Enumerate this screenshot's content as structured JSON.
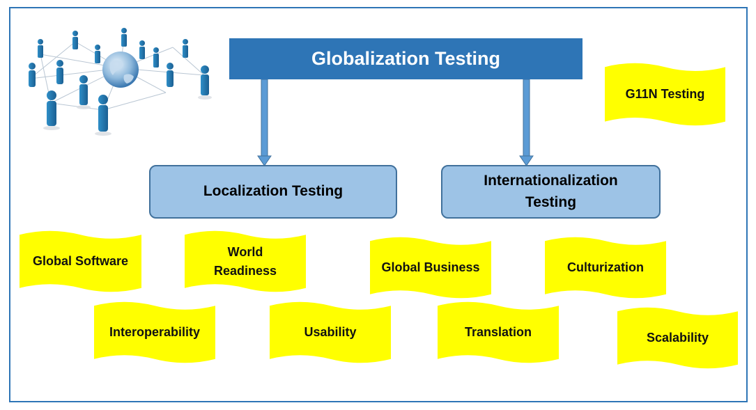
{
  "header": {
    "title": "Globalization Testing"
  },
  "branches": {
    "localization": "Localization Testing",
    "internationalization_line1": "Internationalization",
    "internationalization_line2": "Testing"
  },
  "tags": {
    "g11n": "G11N Testing",
    "global_software": "Global Software",
    "world_readiness_line1": "World",
    "world_readiness_line2": "Readiness",
    "global_business": "Global Business",
    "culturization": "Culturization",
    "interoperability": "Interoperability",
    "usability": "Usability",
    "translation": "Translation",
    "scalability": "Scalability"
  },
  "colors": {
    "frame": "#2e75b6",
    "header_bg": "#2e75b6",
    "branch_bg": "#9dc3e6",
    "branch_border": "#41719c",
    "tag_fill": "#ffff00",
    "arrow": "#5b9bd5"
  },
  "illustration": {
    "icon": "people-network-globe-icon"
  }
}
